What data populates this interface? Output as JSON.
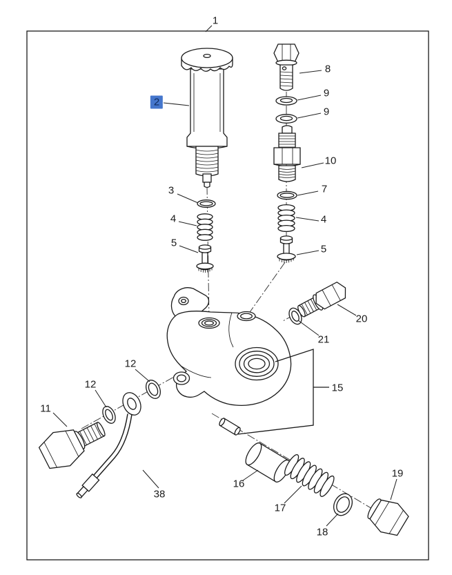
{
  "figure": {
    "background": "#ffffff",
    "border_color": "#111111",
    "line_color": "#1a1a1a",
    "selected_callout": "2",
    "highlight": {
      "bg": "#4576cc",
      "text": "#0d2a5c"
    }
  },
  "callouts": [
    {
      "label": "1"
    },
    {
      "label": "2",
      "selected": true
    },
    {
      "label": "3"
    },
    {
      "label": "4"
    },
    {
      "label": "4"
    },
    {
      "label": "5"
    },
    {
      "label": "5"
    },
    {
      "label": "7"
    },
    {
      "label": "8"
    },
    {
      "label": "9"
    },
    {
      "label": "9"
    },
    {
      "label": "10"
    },
    {
      "label": "11"
    },
    {
      "label": "12"
    },
    {
      "label": "12"
    },
    {
      "label": "15"
    },
    {
      "label": "16"
    },
    {
      "label": "17"
    },
    {
      "label": "18"
    },
    {
      "label": "19"
    },
    {
      "label": "20"
    },
    {
      "label": "21"
    },
    {
      "label": "38"
    }
  ]
}
